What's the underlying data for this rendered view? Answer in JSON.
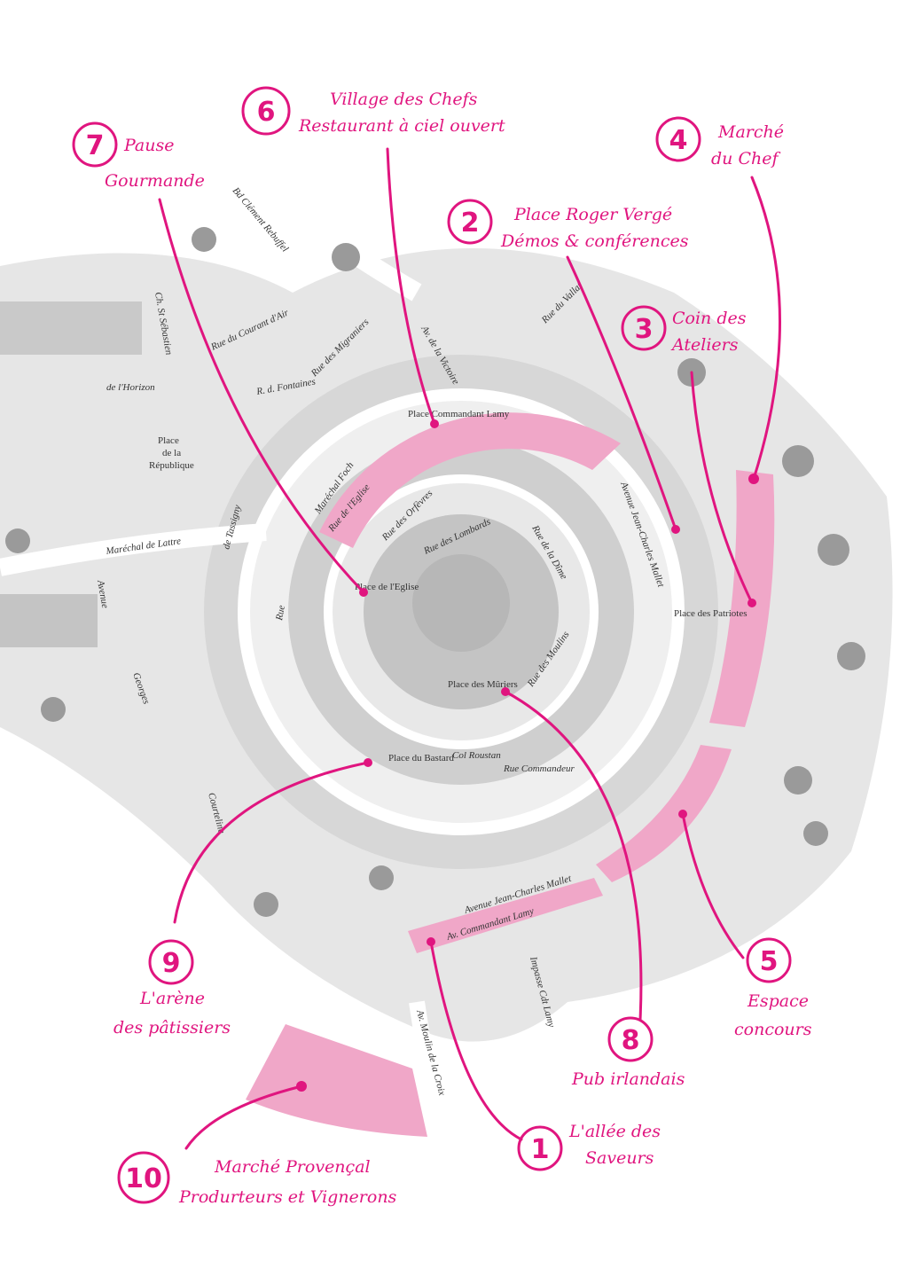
{
  "colors": {
    "accent": "#e0157f",
    "zone": "#f0a7c8",
    "map_gray": "#d4d4d4"
  },
  "callouts": [
    {
      "number": "1",
      "lines": [
        "L'allée des",
        "Saveurs"
      ]
    },
    {
      "number": "2",
      "lines": [
        "Place Roger Vergé",
        "Démos & conférences"
      ]
    },
    {
      "number": "3",
      "lines": [
        "Coin des",
        "Ateliers"
      ]
    },
    {
      "number": "4",
      "lines": [
        "Marché",
        "du Chef"
      ]
    },
    {
      "number": "5",
      "lines": [
        "Espace",
        "concours"
      ]
    },
    {
      "number": "6",
      "lines": [
        "Village des Chefs",
        "Restaurant à ciel ouvert"
      ]
    },
    {
      "number": "7",
      "lines": [
        "Pause",
        "Gourmande"
      ]
    },
    {
      "number": "8",
      "lines": [
        "Pub irlandais"
      ]
    },
    {
      "number": "9",
      "lines": [
        "L'arène",
        "des pâtissiers"
      ]
    },
    {
      "number": "10",
      "lines": [
        "Marché Provençal",
        "Produrteurs et Vignerons"
      ]
    }
  ],
  "streets": {
    "s1": "Bd Clément Rebuffel",
    "s2": "Ch. St Sébastien",
    "s3": "de l'Horizon",
    "s4": "Place",
    "s5": "de la",
    "s6": "République",
    "s7": "Maréchal de Lattre",
    "s8": "de Tassigny",
    "s9": "Avenue",
    "s10": "Georges",
    "s11": "Courteline",
    "s12": "Rue du Courant d'Air",
    "s13": "Rue des Migraniers",
    "s14": "R. d. Fontaines",
    "s15": "Av. de la Victoire",
    "s16": "Rue du Vallat",
    "s17": "Place Commandant Lamy",
    "s18": "Maréchal Foch",
    "s19": "Rue de l'Eglise",
    "s20": "Rue des Orfèvres",
    "s21": "Rue des Lombards",
    "s22": "Rue de la Dîme",
    "s23": "Place de l'Eglise",
    "s24": "Place des Mûriers",
    "s25": "Rue des Moulins",
    "s26": "Avenue Jean-Charles Mallet",
    "s27": "Place des Patriotes",
    "s28": "Rue Commandeur",
    "s29": "Col Roustan",
    "s30": "Place du Bastard",
    "s31": "Avenue Jean-Charles Mallet",
    "s32": "Av. Commandant Lamy",
    "s33": "Impasse Cdt Lamy",
    "s34": "Av. Moulin de la Croix",
    "s35": "Rue"
  }
}
